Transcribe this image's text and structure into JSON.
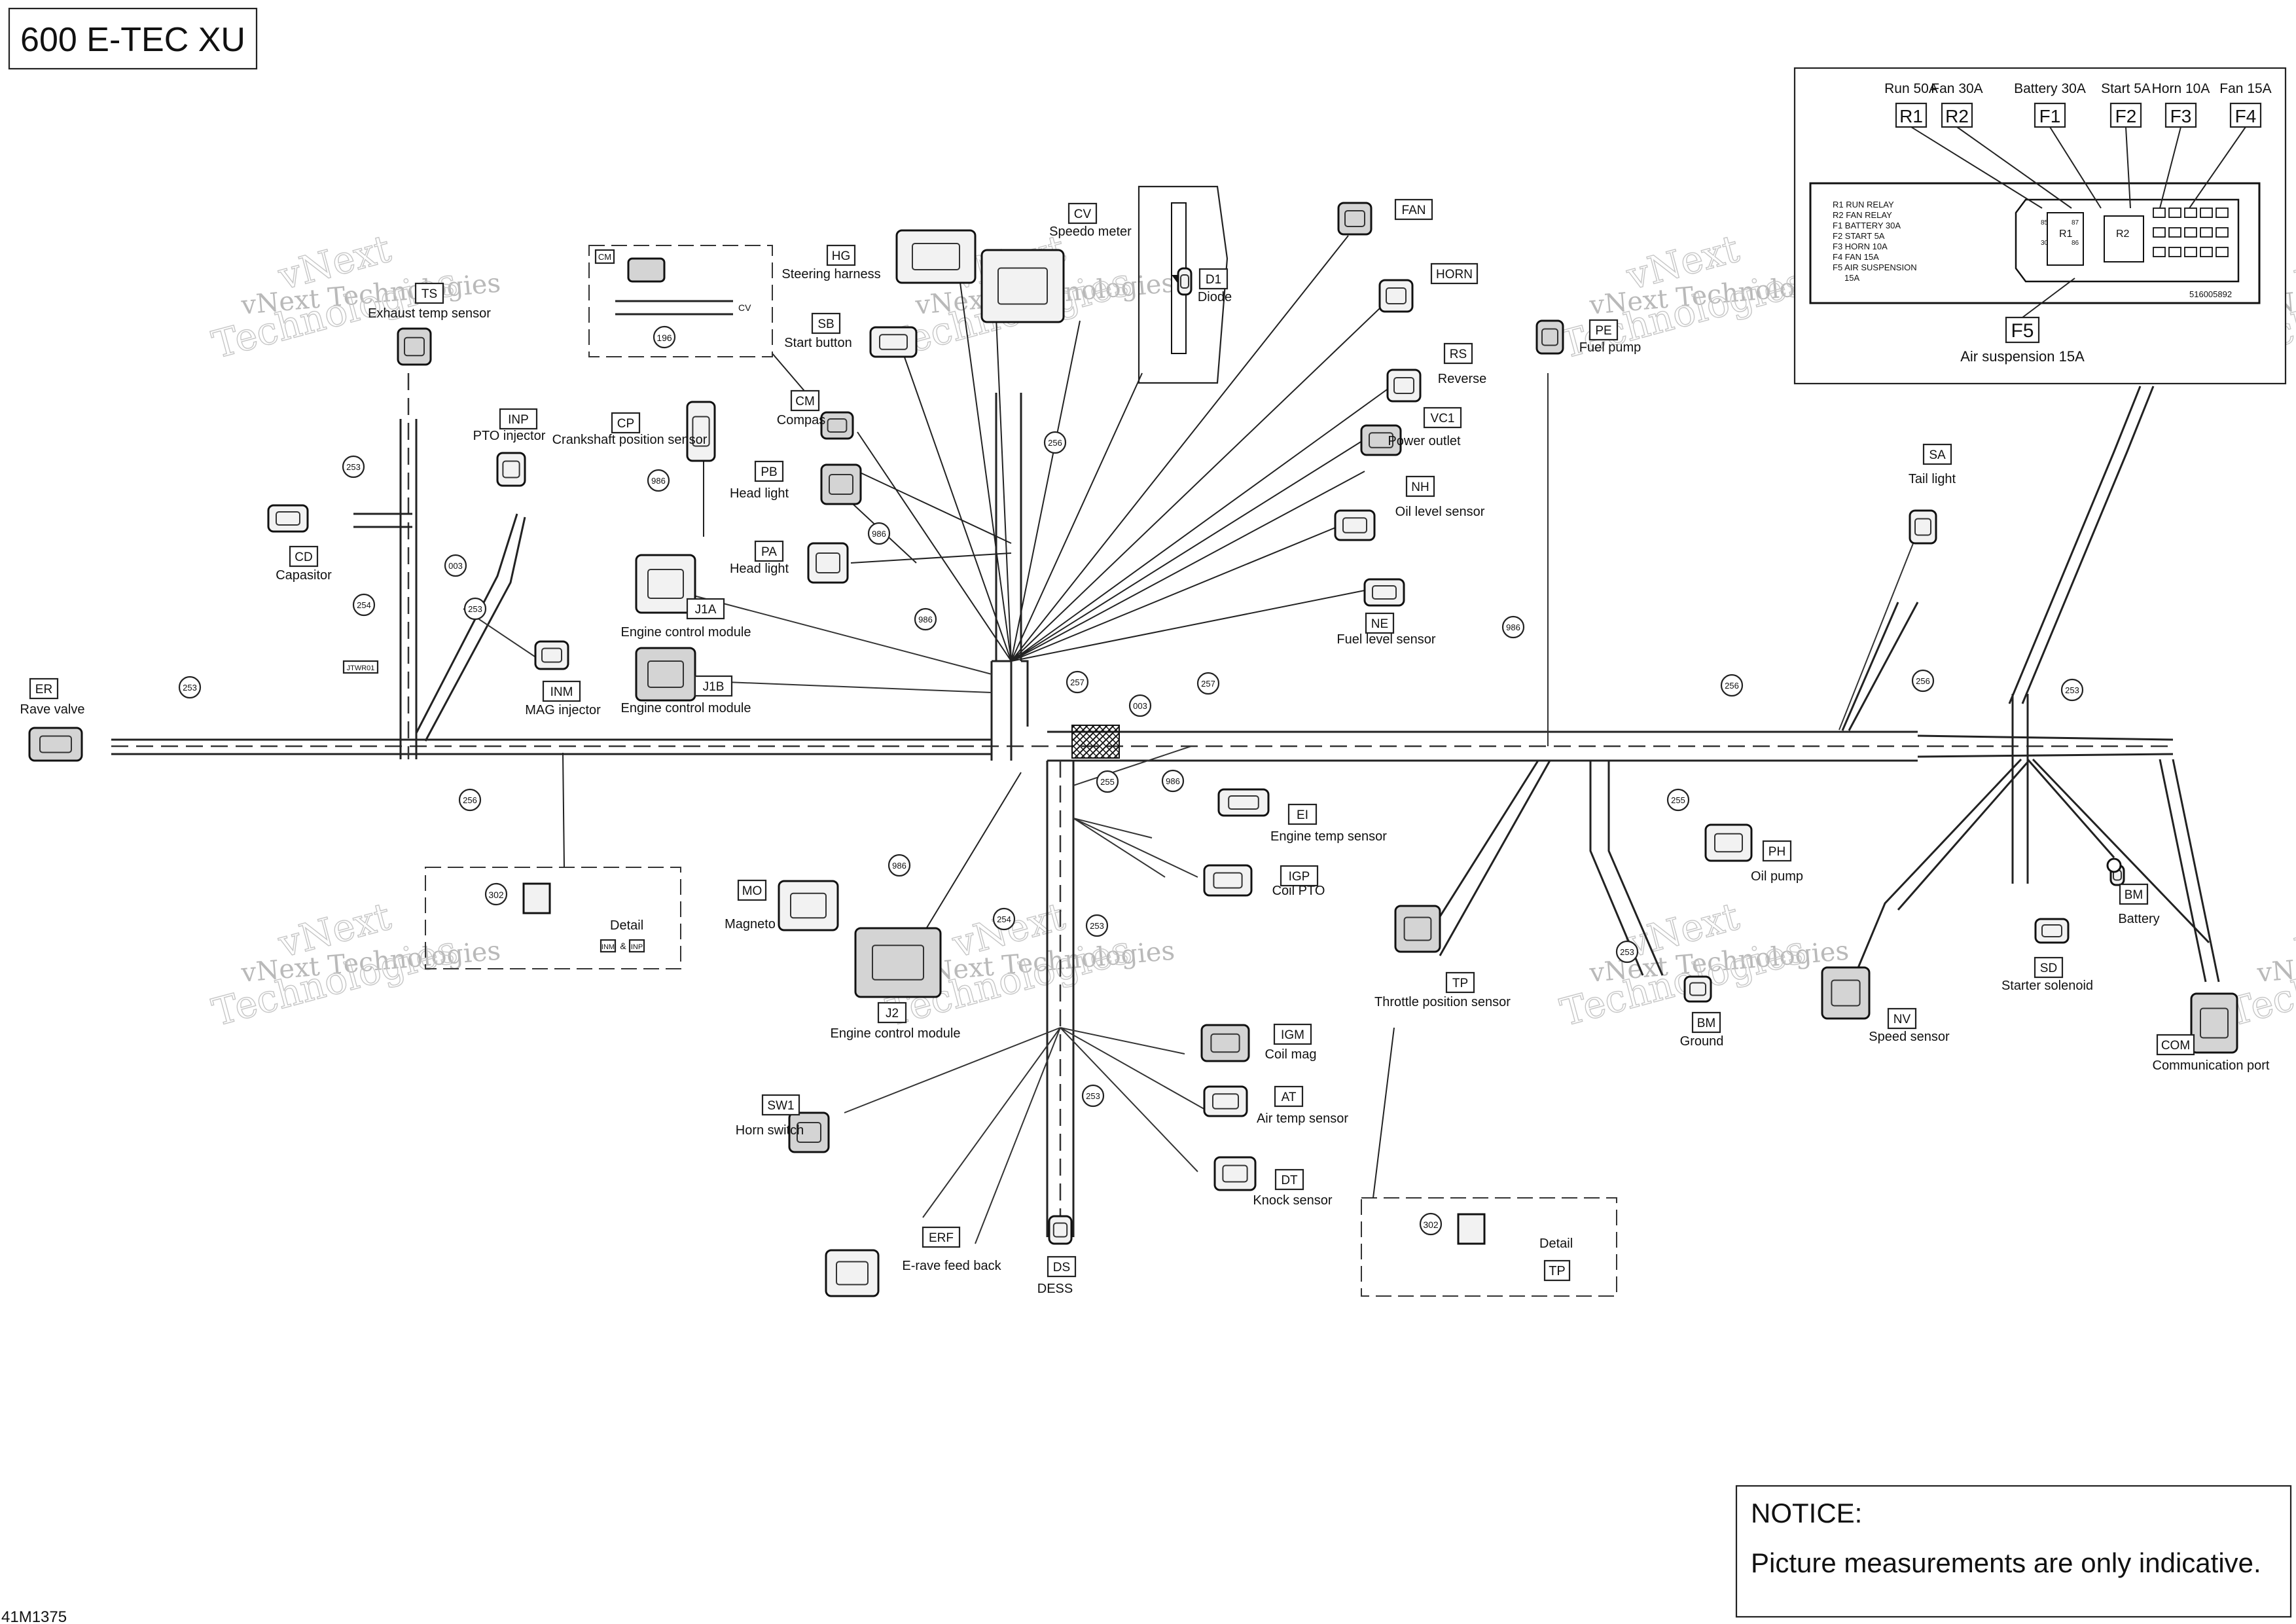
{
  "title": "600 E-TEC XU",
  "drawing_number": "41M1375",
  "notice": {
    "heading": "NOTICE:",
    "text": "Picture measurements are only indicative."
  },
  "watermark": {
    "line1": "vNext",
    "line2": "Technologies"
  },
  "components": [
    {
      "code": "TS",
      "label": "Exhaust temp sensor"
    },
    {
      "code": "INP",
      "label": "PTO injector"
    },
    {
      "code": "CD",
      "label": "Capasitor"
    },
    {
      "code": "ER",
      "label": "Rave valve"
    },
    {
      "code": "INM",
      "label": "MAG injector"
    },
    {
      "code": "CP",
      "label": "Crankshaft position sensor"
    },
    {
      "code": "CM",
      "label": "Compas"
    },
    {
      "code": "HG",
      "label": "Steering harness"
    },
    {
      "code": "SB",
      "label": "Start button"
    },
    {
      "code": "PB",
      "label": "Head light"
    },
    {
      "code": "PA",
      "label": "Head light"
    },
    {
      "code": "J1A",
      "label": "Engine control module"
    },
    {
      "code": "J1B",
      "label": "Engine control module"
    },
    {
      "code": "CV",
      "label": "Speedo meter"
    },
    {
      "code": "D1",
      "label": "Diode"
    },
    {
      "code": "FAN",
      "label": ""
    },
    {
      "code": "HORN",
      "label": ""
    },
    {
      "code": "RS",
      "label": "Reverse"
    },
    {
      "code": "VC1",
      "label": "Power outlet"
    },
    {
      "code": "NH",
      "label": "Oil level sensor"
    },
    {
      "code": "NE",
      "label": "Fuel level sensor"
    },
    {
      "code": "PE",
      "label": "Fuel pump"
    },
    {
      "code": "SA",
      "label": "Tail light"
    },
    {
      "code": "MO",
      "label": "Magneto"
    },
    {
      "code": "J2",
      "label": "Engine control module"
    },
    {
      "code": "EI",
      "label": "Engine temp sensor"
    },
    {
      "code": "IGP",
      "label": "Coil PTO"
    },
    {
      "code": "IGM",
      "label": "Coil mag"
    },
    {
      "code": "AT",
      "label": "Air temp sensor"
    },
    {
      "code": "DT",
      "label": "Knock sensor"
    },
    {
      "code": "SW1",
      "label": "Horn switch"
    },
    {
      "code": "ERF",
      "label": "E-rave feed back"
    },
    {
      "code": "DS",
      "label": "DESS"
    },
    {
      "code": "TP",
      "label": "Throttle position sensor"
    },
    {
      "code": "PH",
      "label": "Oil pump"
    },
    {
      "code": "BM",
      "label": "Ground"
    },
    {
      "code": "NV",
      "label": "Speed sensor"
    },
    {
      "code": "SD",
      "label": "Starter solenoid"
    },
    {
      "code": "BM",
      "label": "Battery"
    },
    {
      "code": "COM",
      "label": "Communication port"
    }
  ],
  "part_callouts": [
    "253",
    "253",
    "254",
    "256",
    "003",
    "253",
    "986",
    "986",
    "986",
    "256",
    "257",
    "257",
    "003",
    "255",
    "986",
    "256",
    "986",
    "256",
    "253",
    "255",
    "254",
    "253",
    "986",
    "253",
    "253",
    "302",
    "302",
    "986"
  ],
  "detail_boxes": [
    {
      "label": "Detail",
      "callout": "302",
      "tags": [
        "INM",
        "&",
        "INP"
      ]
    },
    {
      "label": "Detail",
      "callout": "302",
      "tags": [
        "TP"
      ]
    }
  ],
  "compass_inset": {
    "tags": [
      "CM",
      "CV"
    ],
    "callout": "196"
  },
  "small_tag": "JTWR01",
  "fuse_box": {
    "fuses": [
      {
        "code": "R1",
        "rating": "Run 50A"
      },
      {
        "code": "R2",
        "rating": "Fan 30A"
      },
      {
        "code": "F1",
        "rating": "Battery 30A"
      },
      {
        "code": "F2",
        "rating": "Start 5A"
      },
      {
        "code": "F3",
        "rating": "Horn 10A"
      },
      {
        "code": "F4",
        "rating": "Fan 15A"
      }
    ],
    "bottom_fuse": {
      "code": "F5",
      "rating": "Air suspension 15A"
    },
    "legend": [
      "R1 RUN RELAY",
      "R2 FAN RELAY",
      "F1 BATTERY 30A",
      "F2 START 5A",
      "F3 HORN 10A",
      "F4 FAN 15A",
      "F5 AIR SUSPENSION",
      "15A"
    ],
    "part_number": "516005892",
    "inner_labels": [
      "R1",
      "R2",
      "85",
      "87",
      "30",
      "86"
    ]
  }
}
